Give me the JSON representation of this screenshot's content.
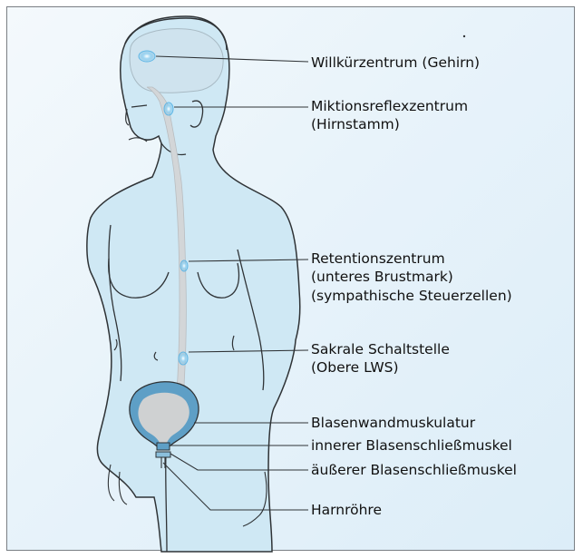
{
  "labels": {
    "willkuer": "Willkürzentrum (Gehirn)",
    "miktion_1": "Miktionsreflexzentrum",
    "miktion_2": "(Hirnstamm)",
    "retention_1": "Retentionszentrum",
    "retention_2": "(unteres Brustmark)",
    "retention_3": "(sympathische Steuerzellen)",
    "sakral_1": "Sakrale Schaltstelle",
    "sakral_2": "(Obere LWS)",
    "blasenwand": "Blasenwandmuskulatur",
    "innerer": "innerer Blasenschließmuskel",
    "aeusserer": "äußerer Blasenschließmuskel",
    "harnroehre": "Harnröhre"
  },
  "colors": {
    "body_fill": "#cfe8f4",
    "outline": "#2f3336",
    "spinal_cord": "#d3d6d8",
    "bladder_wall": "#5e9fc6",
    "bladder_inner": "#cfd1d2",
    "node_glow": "#5fb7e6",
    "frame_border": "#7a7f84"
  }
}
